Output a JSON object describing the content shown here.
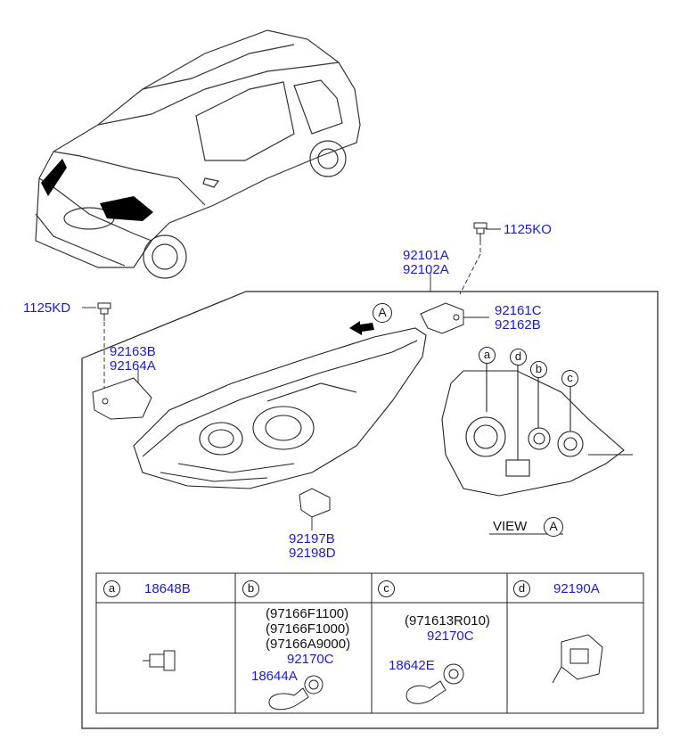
{
  "colors": {
    "part_number": "#1a1ad6",
    "line": "#222222",
    "text": "#111111"
  },
  "car_icon": "car-outline-icon",
  "labels": {
    "screw_top": "1125KO",
    "headlamp_l": "92101A",
    "headlamp_r": "92102A",
    "screw_left": "1125KD",
    "bracket_top_l": "92161C",
    "bracket_top_r": "92162B",
    "bracket_left_l": "92163B",
    "bracket_left_r": "92164A",
    "bracket_bottom_l": "92197B",
    "bracket_bottom_r": "92198D"
  },
  "view": {
    "text": "VIEW",
    "marker": "A"
  },
  "arrow_marker": "A",
  "rear_markers": [
    "a",
    "d",
    "b",
    "c"
  ],
  "table": {
    "cells": [
      {
        "key": "a",
        "part": "18648B",
        "notes": []
      },
      {
        "key": "b",
        "part": "",
        "notes": [
          "(97166F1100)",
          "(97166F1000)",
          "(97166A9000)"
        ],
        "sub1": "92170C",
        "sub2": "18644A"
      },
      {
        "key": "c",
        "part": "",
        "notes": [
          "(971613R010)"
        ],
        "sub1": "92170C",
        "sub2": "18642E"
      },
      {
        "key": "d",
        "part": "92190A",
        "notes": []
      }
    ]
  }
}
